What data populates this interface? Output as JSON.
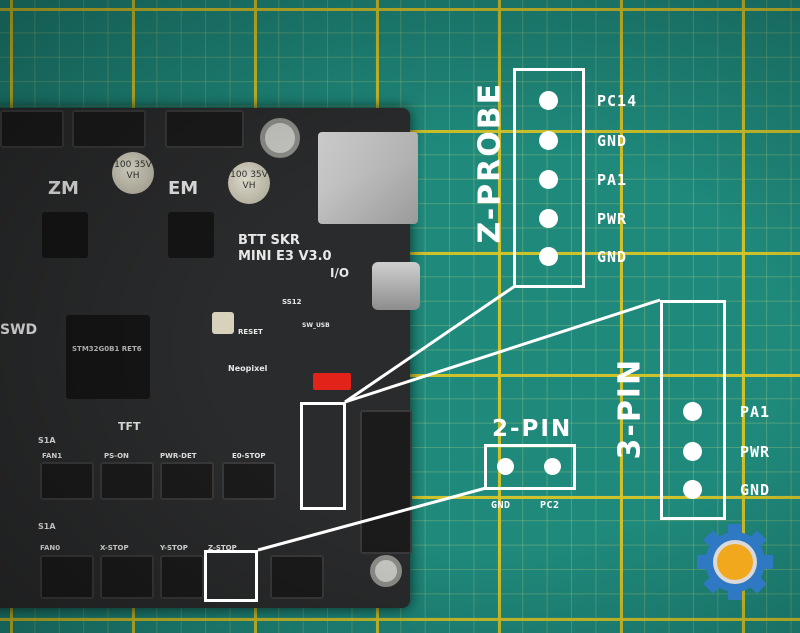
{
  "board": {
    "name_line1": "BTT SKR",
    "name_line2": "MINI E3 V3.0",
    "silk": {
      "zm": "ZM",
      "em": "EM",
      "io": "I/O",
      "swd": "SWD",
      "reset": "RESET",
      "sw_usb": "SW_USB",
      "ss12": "SS12",
      "neopixel": "Neopixel",
      "tft": "TFT",
      "fan1": "FAN1",
      "ps_on": "PS-ON",
      "pwr_det": "PWR-DET",
      "e0_stop": "E0-STOP",
      "fan0": "FAN0",
      "x_stop": "X-STOP",
      "y_stop": "Y-STOP",
      "z_stop": "Z-STOP",
      "s1a_1": "S1A",
      "s1a_2": "S1A",
      "cap_1": "100 35V VH",
      "cap_2": "100 35V VH",
      "chip_text": "STM32G0B1 RET6"
    }
  },
  "zprobe": {
    "title": "Z-PROBE",
    "pins": [
      "PC14",
      "GND",
      "PA1",
      "PWR",
      "GND"
    ]
  },
  "three_pin": {
    "title": "3-PIN",
    "pins": [
      "PA1",
      "PWR",
      "GND"
    ]
  },
  "two_pin": {
    "title": "2-PIN",
    "pins": [
      "GND",
      "PC2"
    ]
  },
  "colors": {
    "mat": "#1f8a7c",
    "grid": "#d6c428",
    "board": "#2a2b2c",
    "highlight": "#ffffff",
    "jumper": "#e2231a",
    "logo_gear": "#2f78c4",
    "logo_center": "#f2a81d"
  },
  "icons": {
    "logo": "gear-icon"
  }
}
